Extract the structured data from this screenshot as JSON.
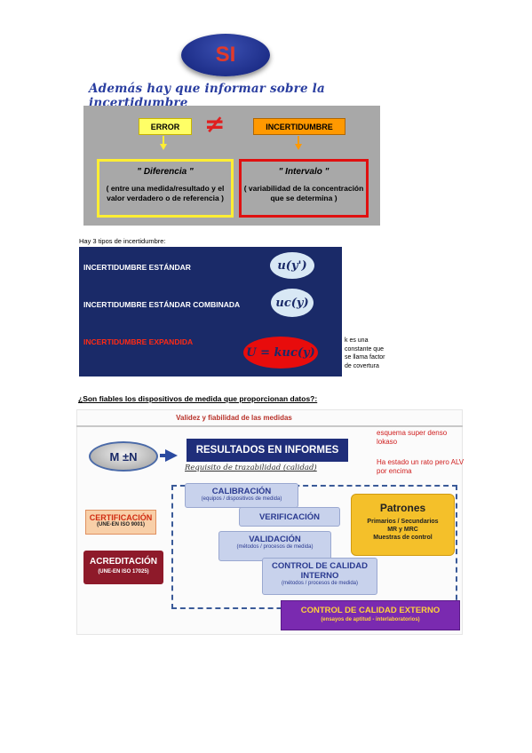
{
  "top": {
    "si_label": "SI",
    "heading": "Además hay que informar sobre la incertidumbre"
  },
  "comparison": {
    "error_label": "ERROR",
    "neq_symbol": "≠",
    "incert_label": "INCERTIDUMBRE",
    "diff_title": "\" Diferencia \"",
    "diff_body": "( entre una medida/resultado y el valor verdadero o de referencia )",
    "inter_title": "\" Intervalo \"",
    "inter_body": "( variabilidad de la concentración que se determina )"
  },
  "types": {
    "intro": "Hay 3 tipos de incertidumbre:",
    "items": [
      {
        "label": "INCERTIDUMBRE ESTÁNDAR",
        "formula": "u(y')"
      },
      {
        "label": "INCERTIDUMBRE ESTÁNDAR COMBINADA",
        "formula": "uc(y)"
      },
      {
        "label": "INCERTIDUMBRE EXPANDIDA",
        "formula": "U = kuc(y)"
      }
    ],
    "k_note": "k es una constante que se llama factor de covertura"
  },
  "question": "¿Son fiables los dispositivos de medida que proporcionan datos?:",
  "diagram": {
    "title": "Validez y fiabilidad de las medidas",
    "mn_label": "M ±N",
    "resultados": "RESULTADOS EN INFORMES",
    "requisito": "Requisito de trazabilidad (calidad)",
    "note_esquema": "esquema super denso lokaso",
    "note_estado": "Ha estado un rato pero ALV por encima",
    "calibracion": {
      "title": "CALIBRACIÓN",
      "sub": "(equipos / dispositivos de medida)"
    },
    "verificacion": {
      "title": "VERIFICACIÓN"
    },
    "validacion": {
      "title": "VALIDACIÓN",
      "sub": "(métodos / procesos de medida)"
    },
    "control_interno": {
      "title": "CONTROL DE CALIDAD INTERNO",
      "sub": "(métodos / procesos de medida)"
    },
    "patrones": {
      "title": "Patrones",
      "line1": "Primarios / Secundarios",
      "line2": "MR y MRC",
      "line3": "Muestras de control"
    },
    "certificacion": {
      "title": "CERTIFICACIÓN",
      "sub": "(UNE-EN ISO 9001)"
    },
    "acreditacion": {
      "title": "ACREDITACIÓN",
      "sub": "(UNE-EN ISO 17025)"
    },
    "control_externo": {
      "title": "CONTROL DE CALIDAD EXTERNO",
      "sub": "(ensayos de aptitud - interlaboratorios)"
    }
  },
  "colors": {
    "navy": "#1a2a68",
    "red_accent": "#e02020",
    "yellow": "#ffee33",
    "orange": "#ff9900",
    "purple": "#7a2ab0",
    "maroon": "#8e1a2a"
  }
}
